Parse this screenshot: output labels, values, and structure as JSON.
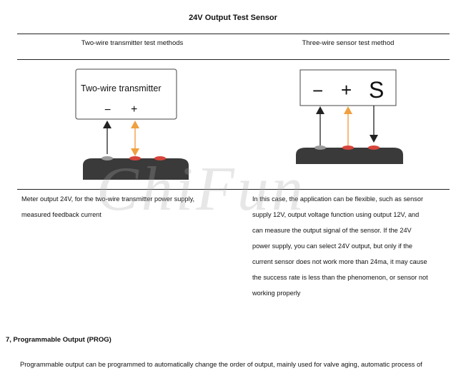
{
  "title": "24V Output Test Sensor",
  "left_column": {
    "heading": "Two-wire transmitter test methods",
    "box_label": "Two-wire transmitter",
    "minus_symbol": "−",
    "plus_symbol": "+",
    "description_lines": [
      "Meter output 24V, for the two-wire transmitter power supply,",
      "measured feedback current"
    ]
  },
  "right_column": {
    "heading": "Three-wire sensor test method",
    "minus_symbol": "−",
    "plus_symbol": "+",
    "signal_symbol": "S",
    "description_lines": [
      "In this case, the application can be flexible, such as sensor",
      "supply 12V, output voltage function using output 12V, and",
      "can measure the output signal of the sensor. If the 24V",
      "power supply, you can select 24V output, but only if the",
      "current sensor does not work more than 24ma, it may cause",
      "the success rate is less than the phenomenon, or sensor not",
      "working properly"
    ]
  },
  "watermark": "ChiFun",
  "section": {
    "heading": "7, Programmable Output (PROG)",
    "body": "Programmable output can be programmed to automatically change the order of output, mainly used for valve aging, automatic process of"
  },
  "colors": {
    "orange_arrow": "#f0a040",
    "black_arrow": "#222222",
    "device_body": "#3a3a3a",
    "terminal_red": "#d8453a"
  }
}
